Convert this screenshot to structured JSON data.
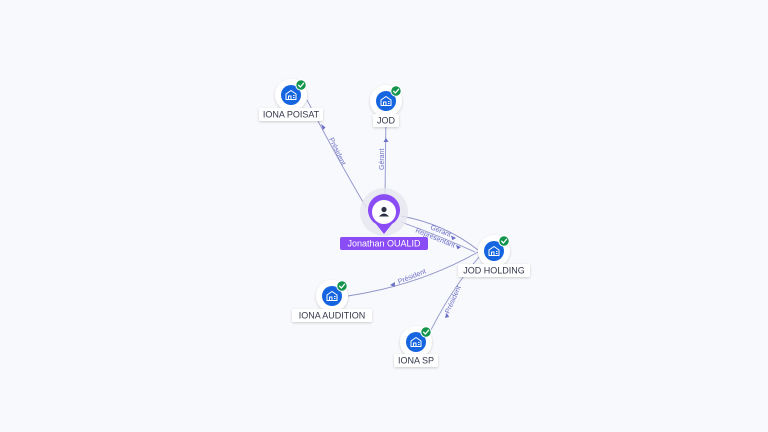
{
  "graph": {
    "person": {
      "name": "Jonathan OUALID",
      "icon": "person-icon"
    },
    "companies": [
      {
        "id": "iona-poisat",
        "name": "IONA POISAT",
        "icon": "building-icon",
        "badge": "verified-check-icon"
      },
      {
        "id": "jod",
        "name": "JOD",
        "icon": "building-icon",
        "badge": "verified-check-icon"
      },
      {
        "id": "jod-holding",
        "name": "JOD HOLDING",
        "icon": "building-icon",
        "badge": "verified-check-icon"
      },
      {
        "id": "iona-audition",
        "name": "IONA AUDITION",
        "icon": "building-icon",
        "badge": "verified-check-icon"
      },
      {
        "id": "iona-sp",
        "name": "IONA SP",
        "icon": "building-icon",
        "badge": "verified-check-icon"
      }
    ],
    "edges": [
      {
        "from": "Jonathan OUALID",
        "to": "IONA POISAT",
        "label": "Président"
      },
      {
        "from": "Jonathan OUALID",
        "to": "JOD",
        "label": "Gérant"
      },
      {
        "from": "Jonathan OUALID",
        "to": "JOD HOLDING",
        "label": "Gérant"
      },
      {
        "from": "Jonathan OUALID",
        "to": "JOD HOLDING",
        "label": "Représentant"
      },
      {
        "from": "JOD HOLDING",
        "to": "IONA AUDITION",
        "label": "Président"
      },
      {
        "from": "JOD HOLDING",
        "to": "IONA SP",
        "label": "Président"
      }
    ],
    "colors": {
      "person_accent": "#8a4df5",
      "company_blue": "#1565e0",
      "check_green": "#12944a",
      "edge": "#8f93c9",
      "edge_label": "#6b6fc8"
    }
  }
}
